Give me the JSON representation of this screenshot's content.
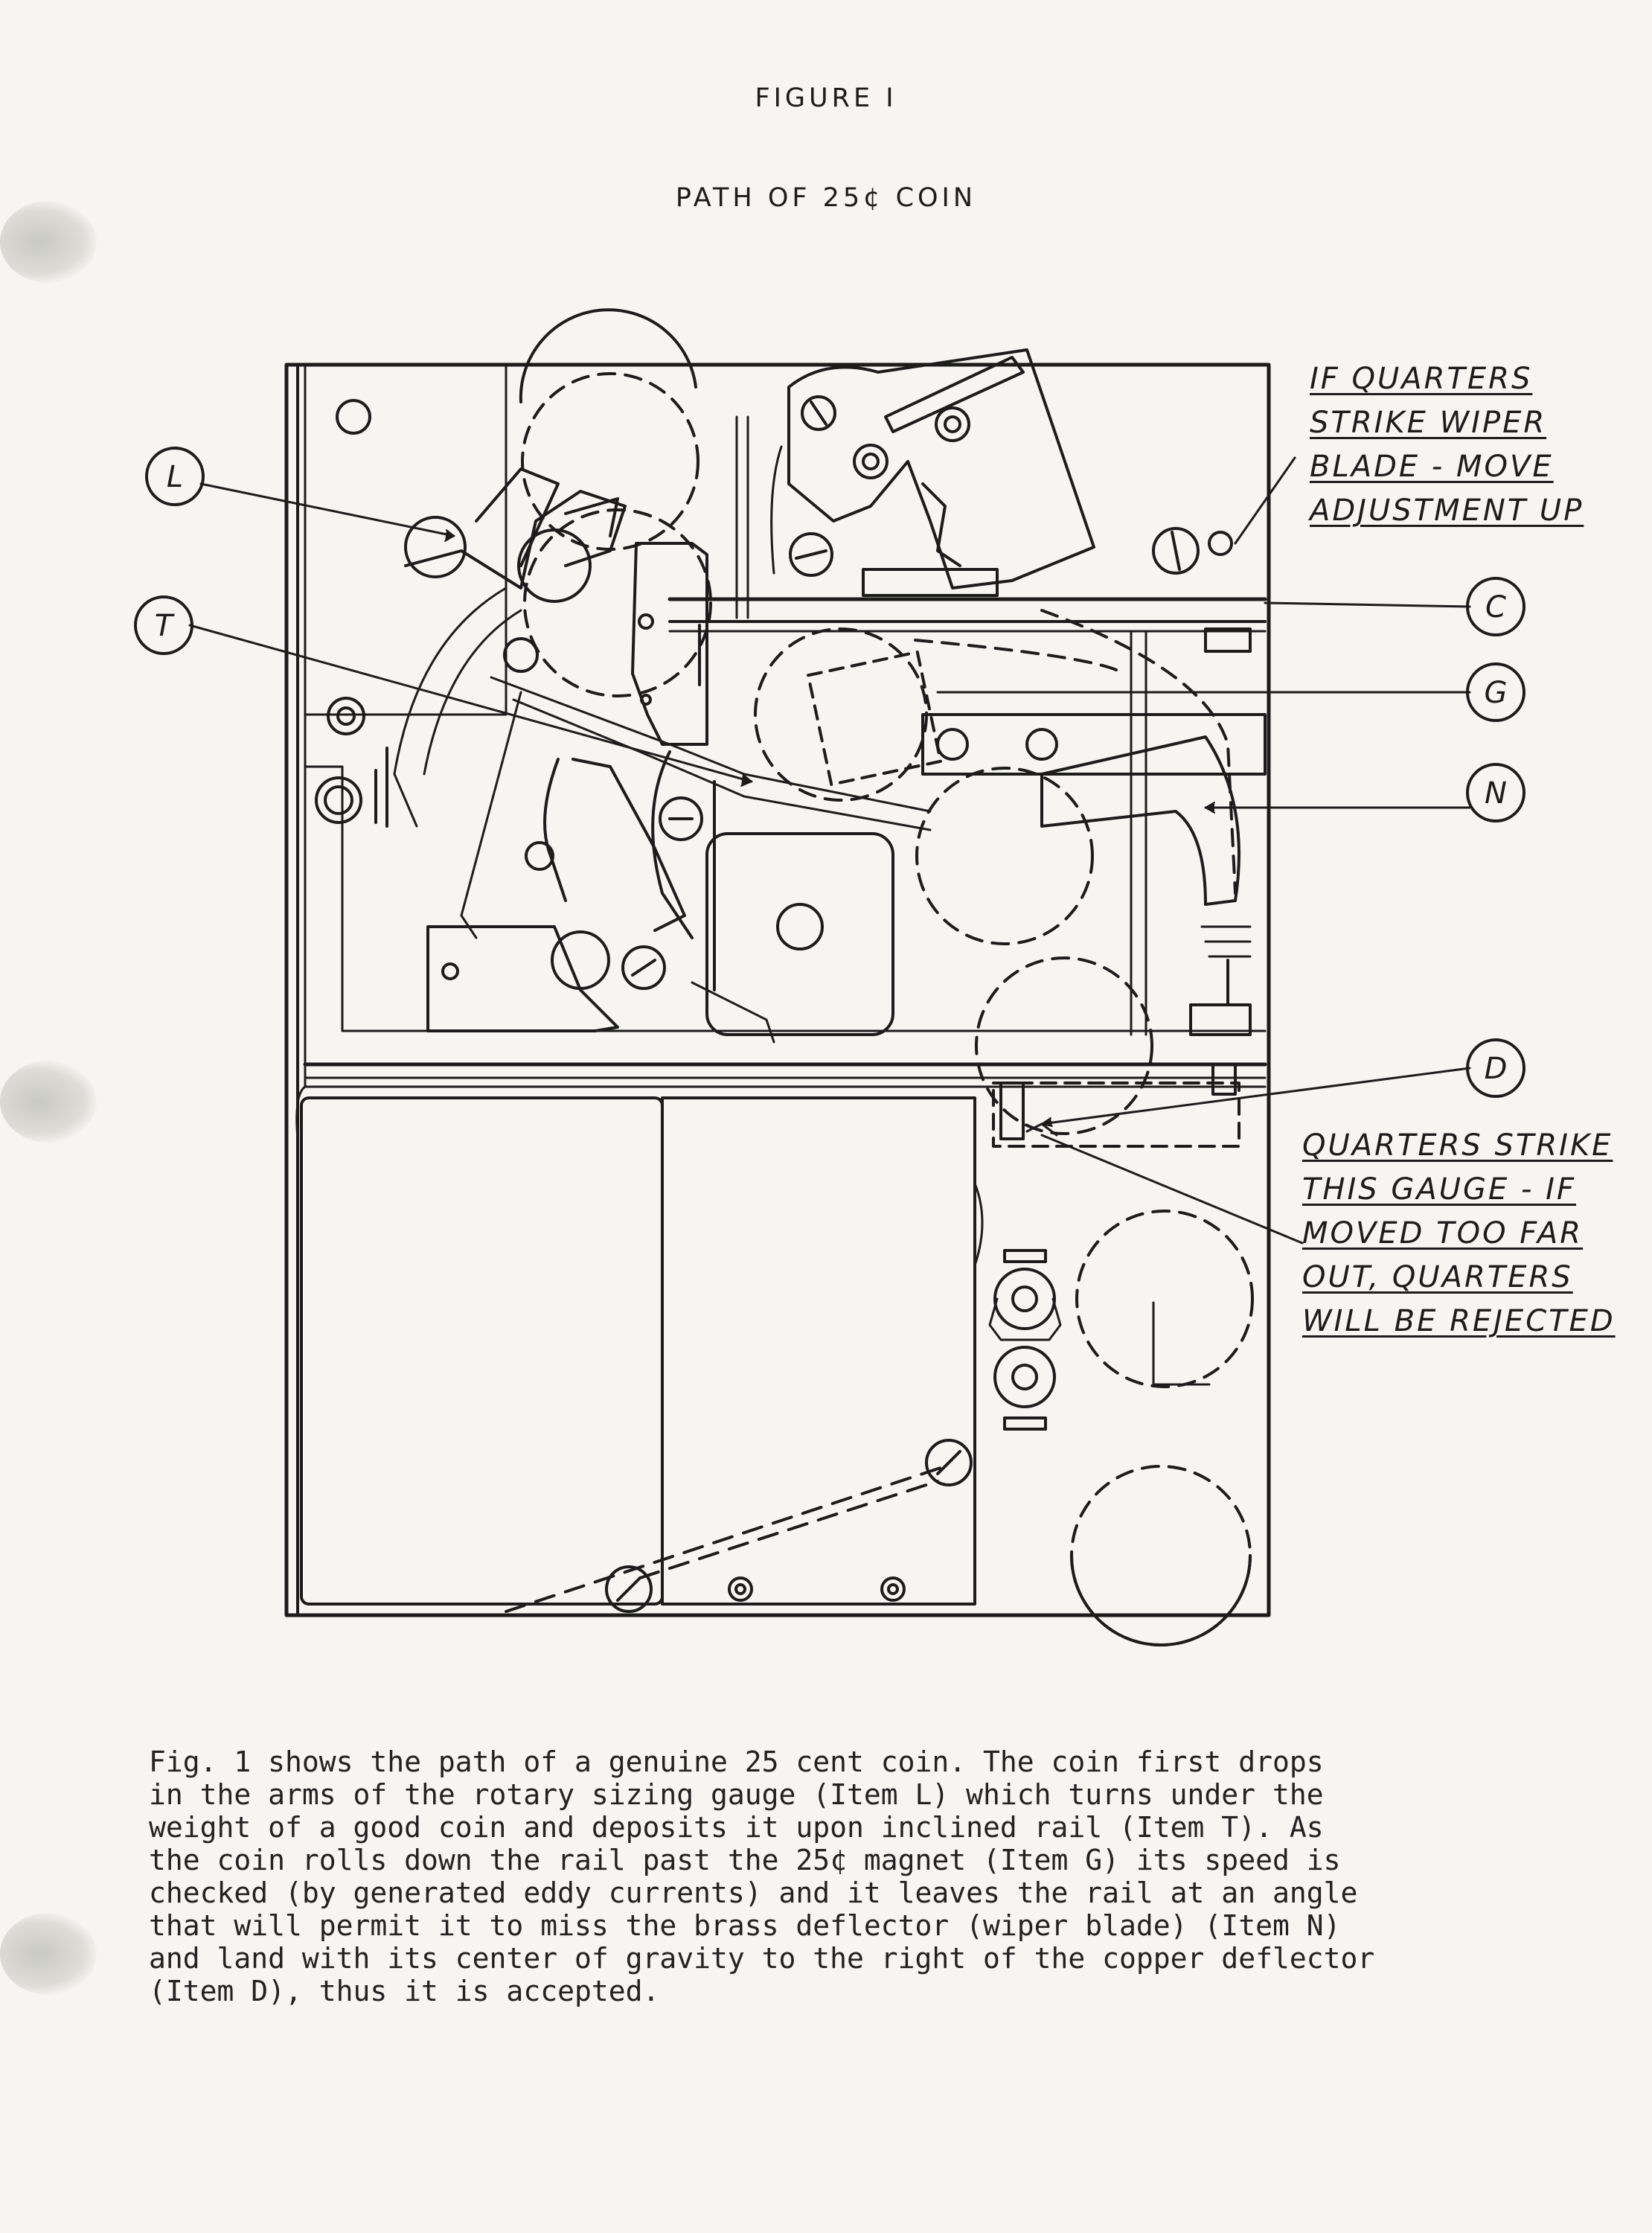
{
  "header": {
    "title": "FIGURE I",
    "subtitle": "PATH OF 25¢ COIN"
  },
  "callouts": [
    {
      "letter": "L"
    },
    {
      "letter": "T"
    },
    {
      "letter": "C"
    },
    {
      "letter": "G"
    },
    {
      "letter": "N"
    },
    {
      "letter": "D"
    }
  ],
  "notes": {
    "wiper": [
      "IF QUARTERS",
      "STRIKE WIPER",
      "BLADE - MOVE",
      "ADJUSTMENT UP"
    ],
    "gauge": [
      "QUARTERS STRIKE",
      "THIS GAUGE - IF",
      "MOVED TOO FAR",
      "OUT, QUARTERS",
      "WILL BE REJECTED"
    ]
  },
  "caption": {
    "lines": [
      "Fig. 1 shows the path of a genuine 25 cent coin.  The coin first drops",
      "in the arms of the rotary sizing gauge (Item L) which turns under the",
      "weight of a good coin and deposits it upon inclined rail (Item T).  As",
      "the coin rolls down the rail past the 25¢ magnet (Item G) its speed is",
      "checked (by generated eddy currents) and it leaves the rail at an angle",
      "that will permit it to miss the brass deflector (wiper blade) (Item N)",
      "and land with its center of gravity to the right of the copper deflector",
      "(Item D), thus it is accepted."
    ]
  },
  "colors": {
    "paper": "#f6f5f1",
    "ink": "#1c1c1c"
  }
}
